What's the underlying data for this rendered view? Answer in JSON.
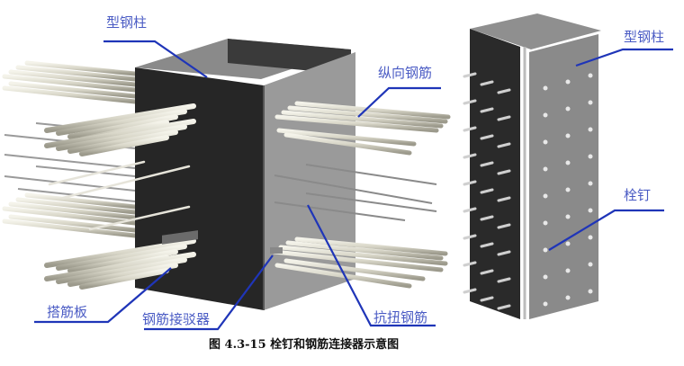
{
  "labels": {
    "steel_column_left": "型钢柱",
    "longitudinal_rebar": "纵向钢筋",
    "steel_column_right": "型钢柱",
    "shear_stud": "栓钉",
    "rebar_plate": "搭筋板",
    "rebar_coupler": "钢筋接驳器",
    "torsion_rebar": "抗扭钢筋"
  },
  "caption": "图 4.3-15 栓钉和钢筋连接器示意图",
  "colors": {
    "leader_line": "#1f35b8",
    "label_text": "#4a5bc4",
    "steel_dark": "#2b2b2b",
    "steel_mid": "#7a7a7a",
    "steel_light": "#9a9a9a",
    "rebar": "#d8d6c8"
  }
}
